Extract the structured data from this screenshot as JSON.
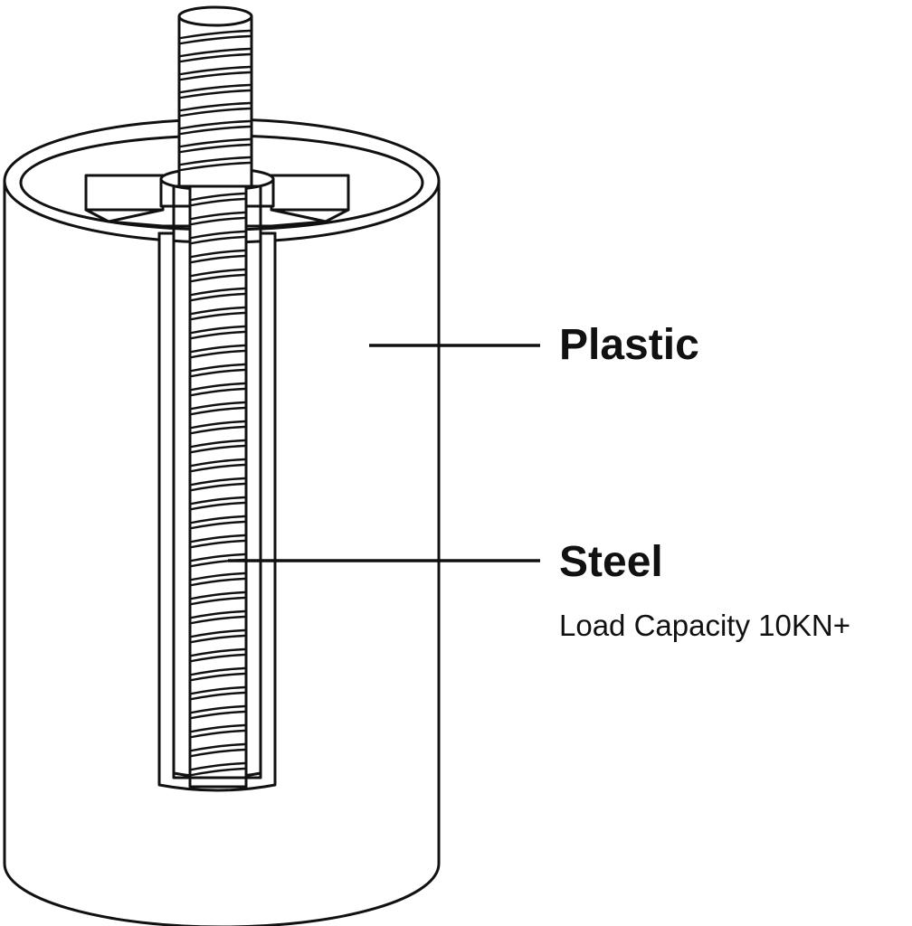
{
  "labels": {
    "plastic": "Plastic",
    "steel": "Steel",
    "load_capacity": "Load Capacity 10KN+"
  },
  "colors": {
    "line": "#111111",
    "background": "#ffffff"
  }
}
